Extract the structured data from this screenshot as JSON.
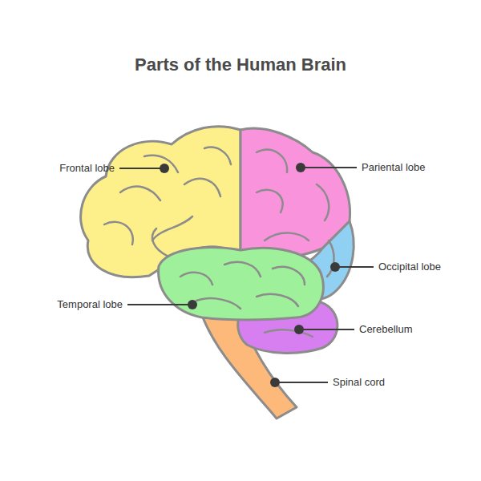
{
  "diagram": {
    "title": "Parts of the Human Brain",
    "labels": [
      "Frontal lobe",
      "Pariental lobe",
      "Occipital lobe",
      "Temporal lobe",
      "Cerebellum",
      "Spinal cord"
    ]
  }
}
